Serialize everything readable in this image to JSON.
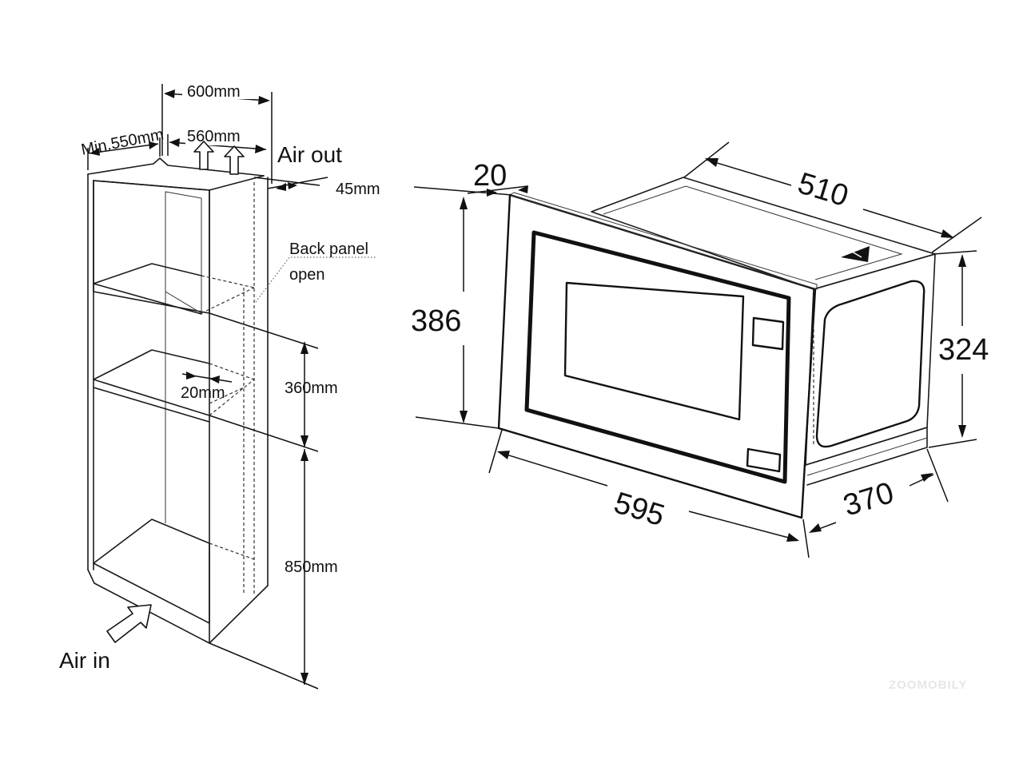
{
  "cabinet": {
    "width_label": "600mm",
    "inner_width_label": "560mm",
    "min_depth_label": "Min.550mm",
    "air_out_label": "Air out",
    "vent_gap_label": "45mm",
    "back_panel_label_line1": "Back panel",
    "back_panel_label_line2": "open",
    "shelf_gap_label": "20mm",
    "opening_height_label": "360mm",
    "base_height_label": "850mm",
    "air_in_label": "Air in"
  },
  "appliance": {
    "frame_thickness_label": "20",
    "body_depth_label": "510",
    "front_height_label": "386",
    "body_height_label": "324",
    "front_width_label": "595",
    "body_width_label": "370"
  },
  "watermark": "ZOOMOBILY",
  "colors": {
    "line": "#111111",
    "background": "#ffffff",
    "watermark": "#e6e6e6"
  }
}
